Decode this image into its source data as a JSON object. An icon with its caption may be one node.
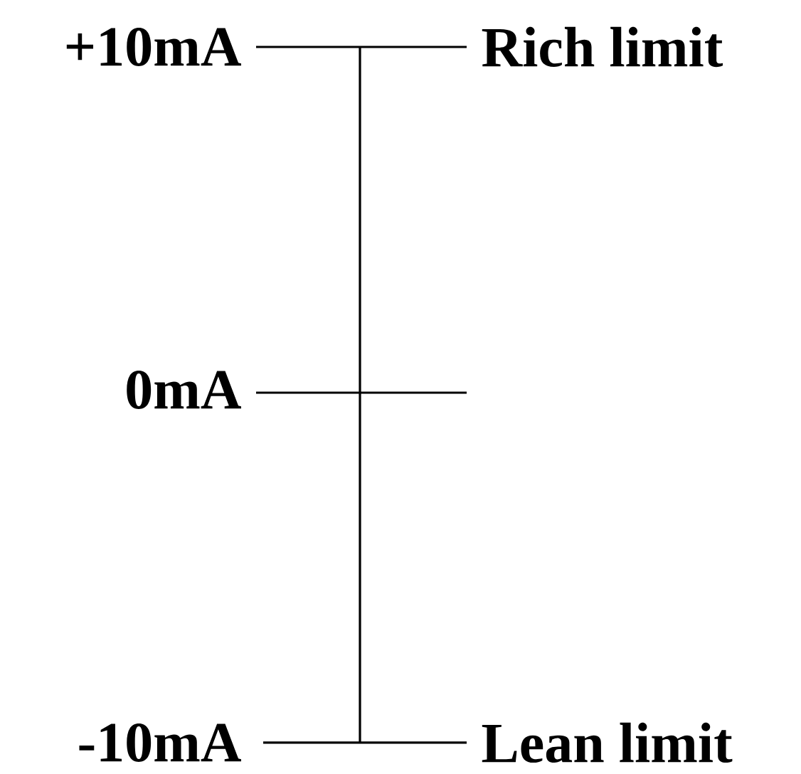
{
  "diagram": {
    "labels": [
      "+10mA",
      "Rich limit",
      "0mA",
      "-10mA",
      "Lean limit"
    ]
  }
}
